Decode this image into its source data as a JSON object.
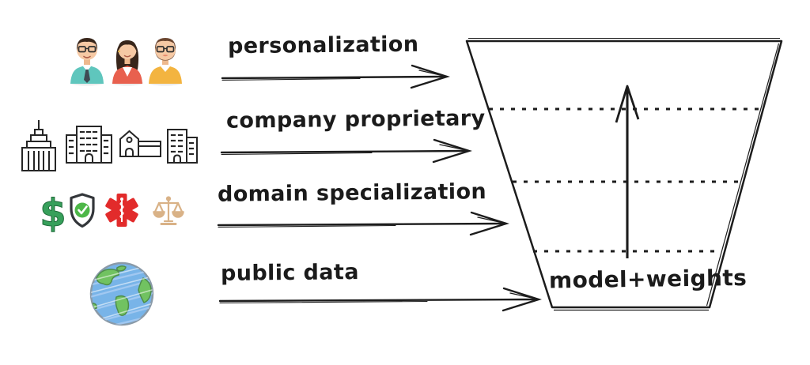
{
  "diagram_title": "data sources feeding a model funnel",
  "rows": [
    {
      "label": "personalization",
      "icons": [
        "man-avatar-icon",
        "woman-avatar-icon",
        "bearded-man-avatar-icon"
      ]
    },
    {
      "label": "company proprietary",
      "icons": [
        "skyscraper-icon",
        "office-building-icon",
        "factory-building-icon",
        "annex-building-icon"
      ]
    },
    {
      "label": "domain specialization",
      "icons": [
        "dollar-sign-icon",
        "shield-check-icon",
        "star-of-life-icon",
        "justice-scales-icon"
      ]
    },
    {
      "label": "public data",
      "icons": [
        "earth-globe-icon"
      ]
    }
  ],
  "funnel": {
    "label": "model+weights",
    "dotted_layers": 3,
    "inner_arrow_direction": "up"
  },
  "colors": {
    "ink": "#1c1c1c",
    "teal_shirt": "#5fc6bd",
    "coral_cardigan": "#e8604e",
    "amber_sweater": "#f3b440",
    "skin": "#f6c9a4",
    "hair_dark": "#38261b",
    "hair_brown": "#6b4630",
    "dollar_green": "#37a05b",
    "check_green": "#4db748",
    "medical_red": "#e22b2b",
    "scales_tan": "#d9b287",
    "globe_blue": "#78b4e8",
    "globe_green": "#71c261"
  }
}
